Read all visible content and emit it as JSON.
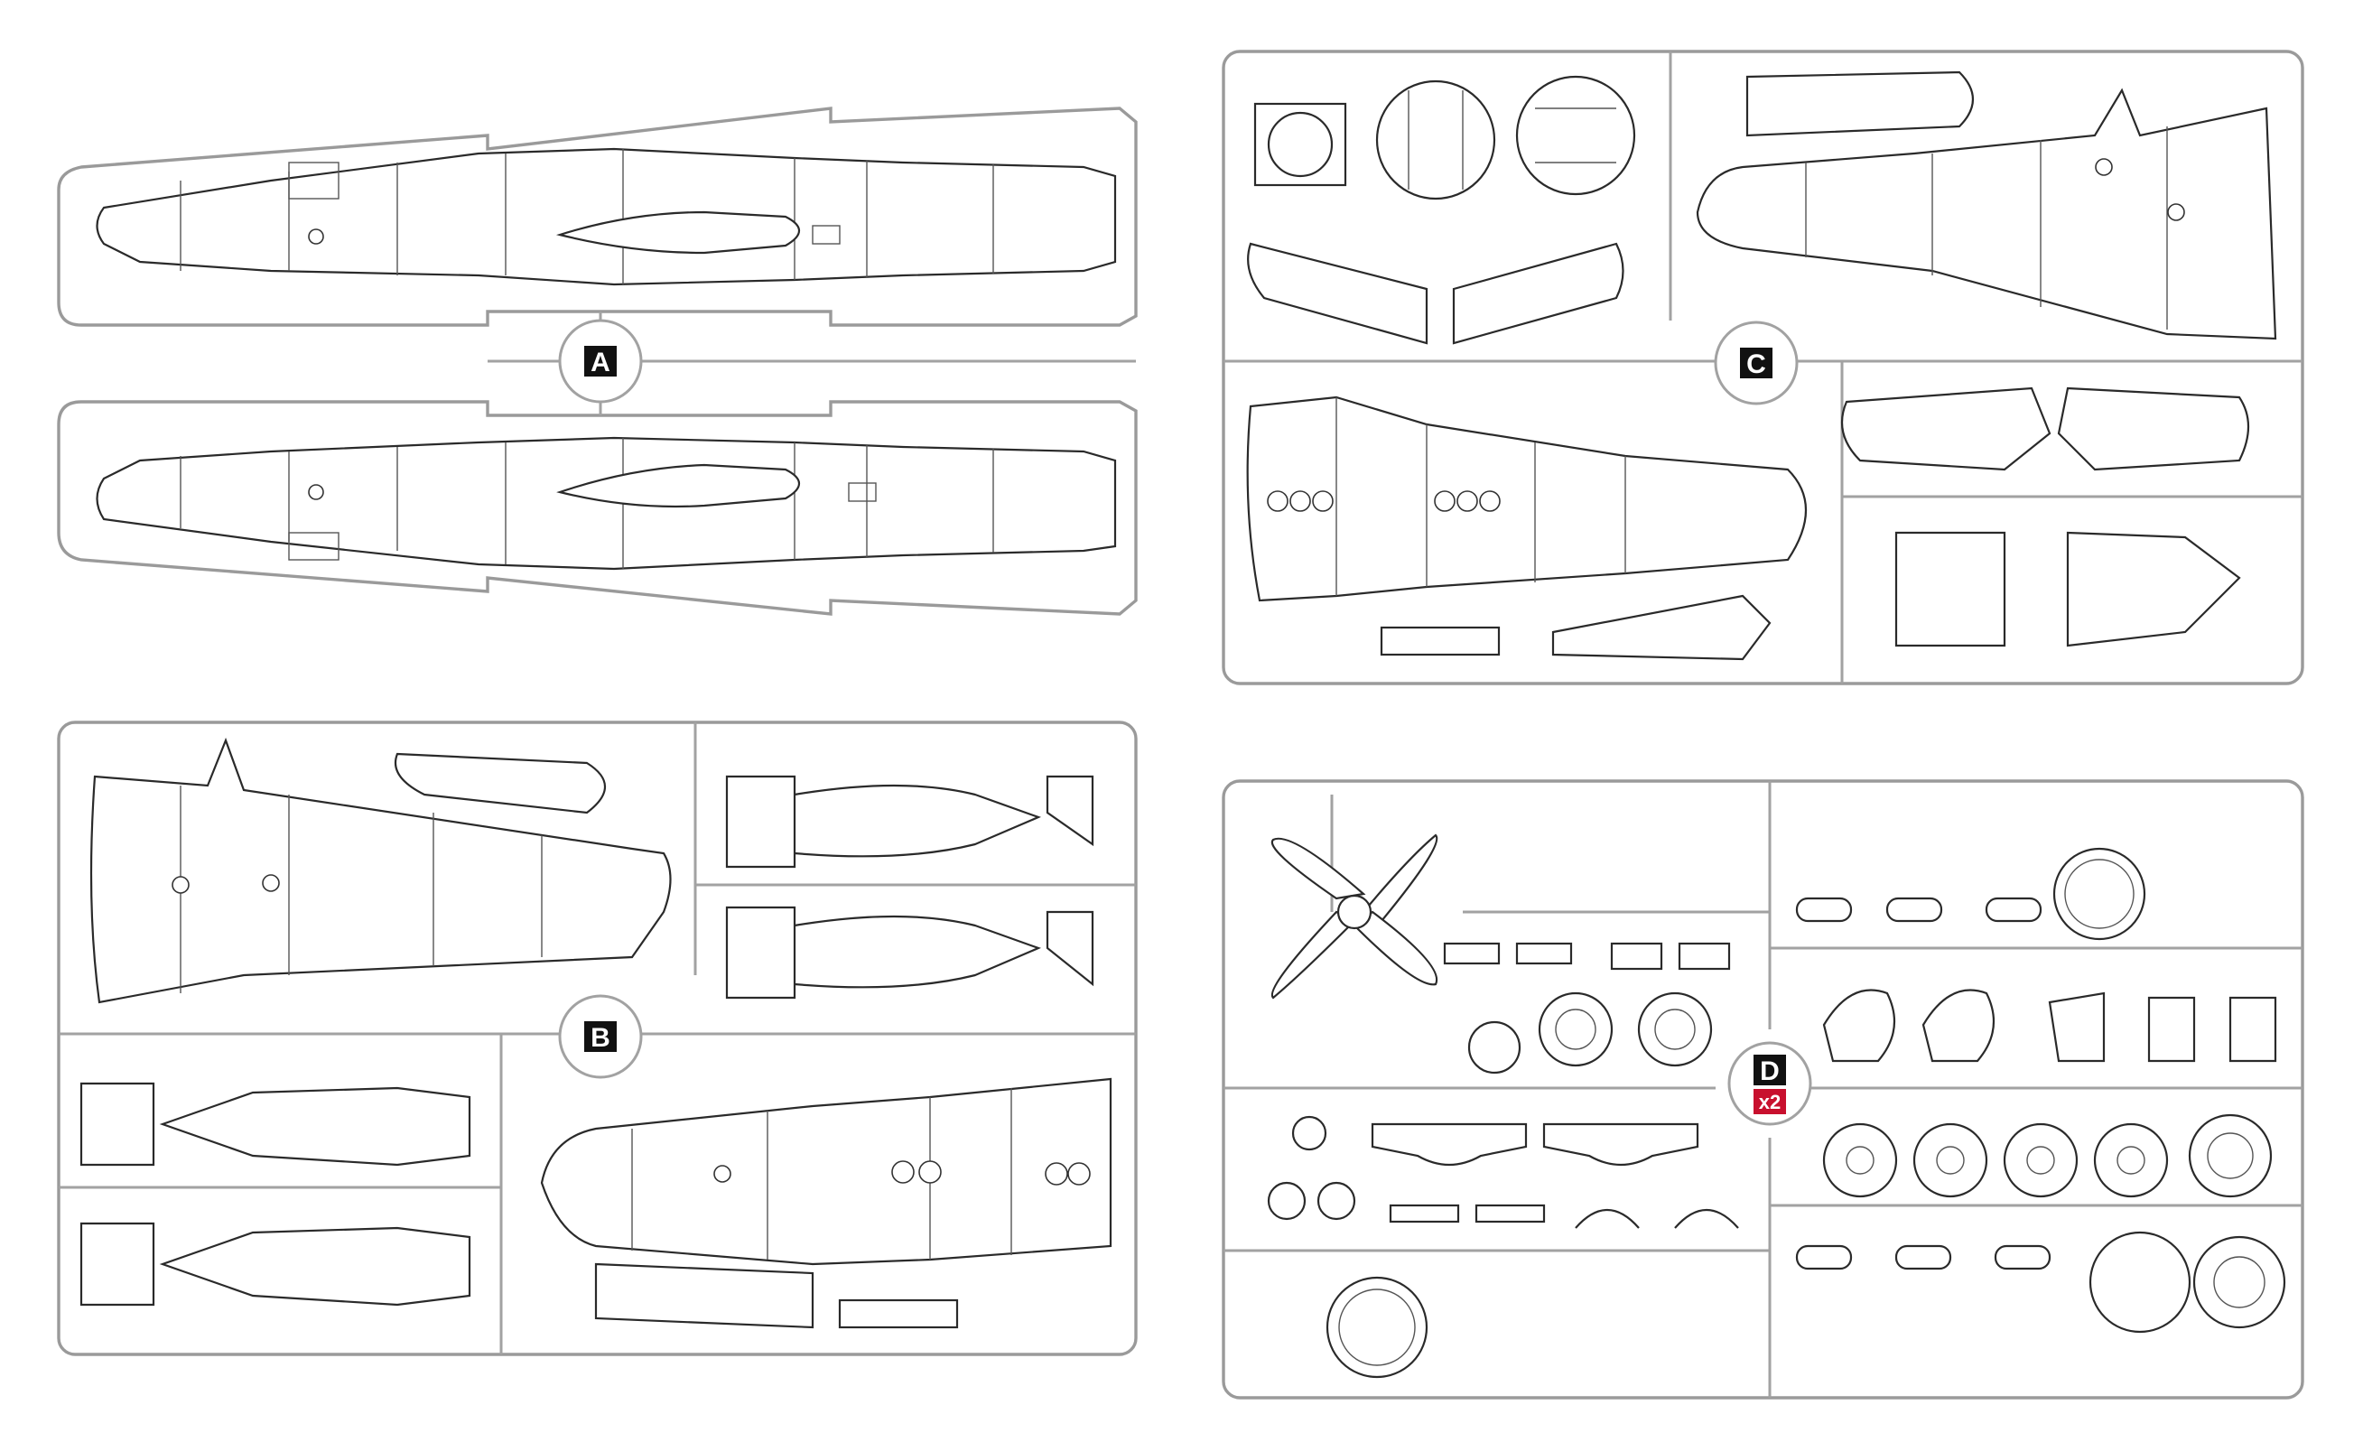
{
  "sprues": [
    {
      "letter": "A"
    },
    {
      "letter": "B"
    },
    {
      "letter": "C"
    },
    {
      "letter": "D",
      "multiplier": "x2"
    }
  ],
  "colors": {
    "frame": "#9a9a9a",
    "line": "#2a2a2a",
    "badge": "#111111",
    "multiplier_badge": "#c8102e"
  }
}
